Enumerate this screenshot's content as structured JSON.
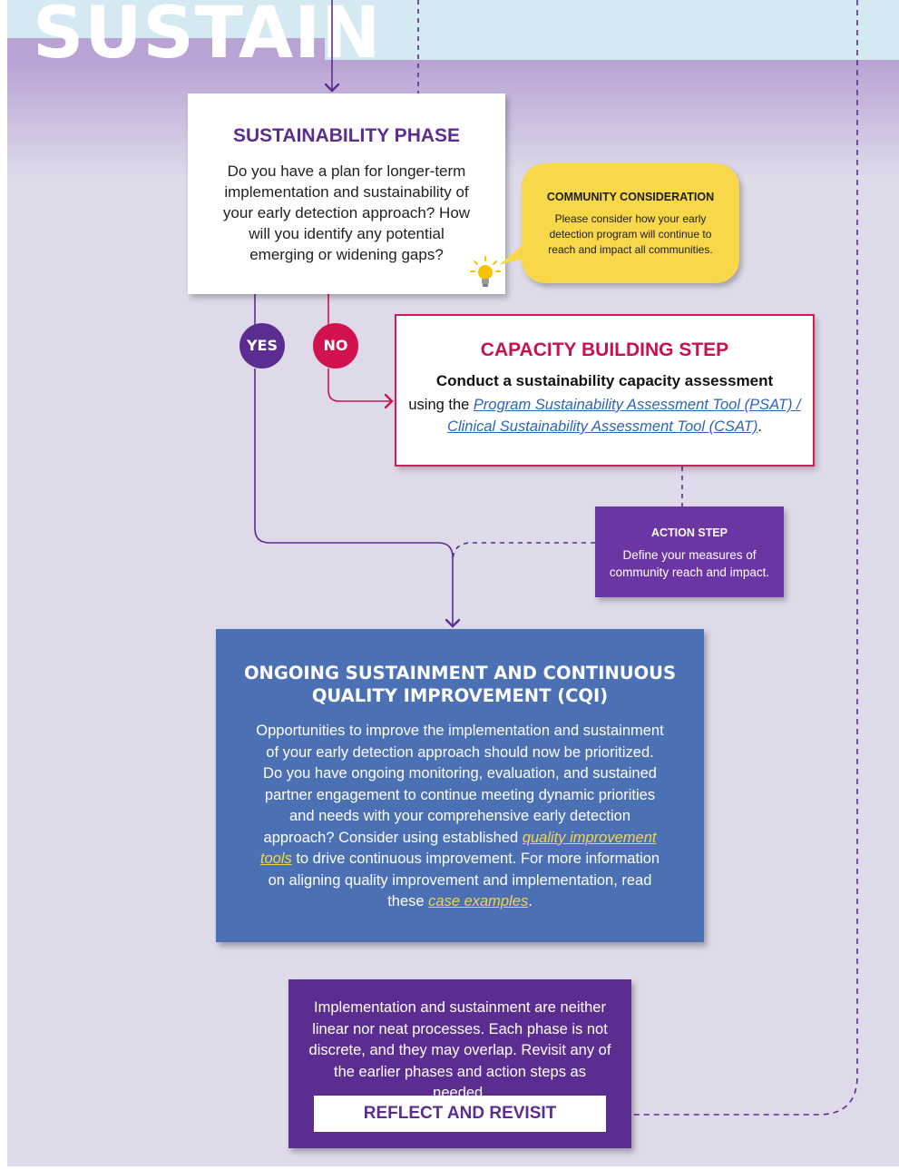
{
  "banner": {
    "title": "SUSTAIN"
  },
  "sustainability_phase": {
    "title": "SUSTAINABILITY PHASE",
    "question": "Do you have a plan for longer-term implementation and sustainability of your early detection approach? How will you identify any potential emerging or widening gaps?",
    "icon": "lightbulb-icon"
  },
  "community": {
    "title": "COMMUNITY CONSIDERATION",
    "body": "Please consider how your early detection program will continue to reach and impact all communities."
  },
  "branches": {
    "yes": "YES",
    "no": "NO"
  },
  "capacity": {
    "title": "CAPACITY BUILDING STEP",
    "line1": "Conduct a sustainability capacity assessment",
    "line2_prefix": "using the ",
    "link": "Program Sustainability Assessment Tool (PSAT) / Clinical Sustainability Assessment Tool (CSAT)",
    "line2_suffix": "."
  },
  "action": {
    "title": "ACTION STEP",
    "body": "Define your measures of community reach and impact."
  },
  "cqi": {
    "title": "ONGOING SUSTAINMENT AND CONTINUOUS QUALITY IMPROVEMENT (CQI)",
    "body_part1": "Opportunities to improve the implementation and sustainment of your early detection approach should now be prioritized. Do you have ongoing monitoring, evaluation, and sustained partner engagement to continue meeting dynamic priorities and needs with your comprehensive early detection approach? Consider using established ",
    "link1": "quality improvement tools",
    "body_part2": " to drive continuous improvement. For more information on aligning quality improvement and implementation, read these ",
    "link2": "case examples",
    "body_part3": "."
  },
  "reflect": {
    "body": "Implementation and sustainment are neither linear nor neat processes. Each phase is not discrete, and they may overlap. Revisit any of the earlier phases and action steps as needed.",
    "button": "REFLECT AND REVISIT"
  },
  "colors": {
    "purple": "#5c2d91",
    "magenta": "#d1124f",
    "blue_box": "#4b71b4",
    "yellow": "#f8d749",
    "lavender_bg": "#dedaea",
    "link_blue": "#2e64b7",
    "link_yellow": "#f2d54a"
  }
}
